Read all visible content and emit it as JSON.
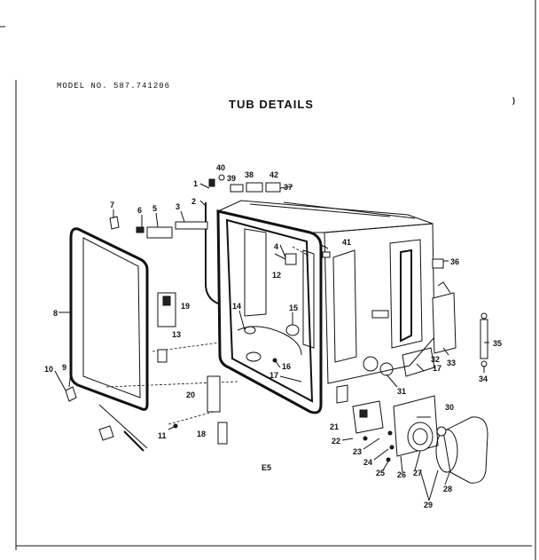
{
  "header": {
    "model": "MODEL NO. 587.741206",
    "title": "TUB DETAILS",
    "figure_code": "E5"
  },
  "callouts": [
    "1",
    "2",
    "3",
    "4",
    "5",
    "6",
    "7",
    "8",
    "9",
    "10",
    "11",
    "12",
    "13",
    "14",
    "15",
    "16",
    "17",
    "17",
    "18",
    "19",
    "20",
    "21",
    "22",
    "23",
    "24",
    "25",
    "26",
    "27",
    "28",
    "29",
    "30",
    "31",
    "32",
    "33",
    "34",
    "35",
    "36",
    "37",
    "38",
    "39",
    "40",
    "41",
    "42"
  ]
}
